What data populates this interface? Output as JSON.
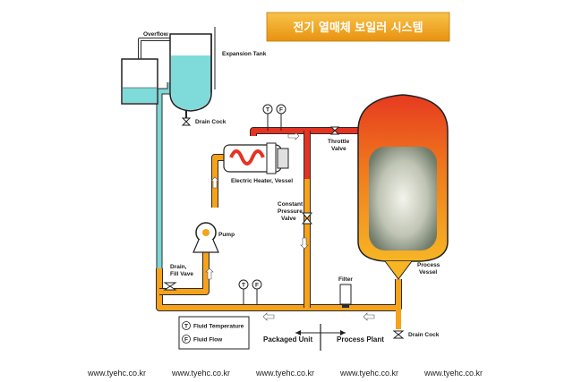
{
  "title": "전기 열매체 보일러 시스템",
  "labels": {
    "overflow": "Overflow",
    "expansion_tank": "Expansion Tank",
    "drain_cock_top": "Drain Cock",
    "electric_heater": "Electric Heater, Vessel",
    "throttle_valve_1": "Throttle",
    "throttle_valve_2": "Valve",
    "constant_1": "Constant",
    "constant_2": "Pressure",
    "constant_3": "Valve",
    "pump": "Pump",
    "drain_fill_1": "Drain,",
    "drain_fill_2": "Fill Vave",
    "filter": "Filter",
    "process_vessel_1": "Process",
    "process_vessel_2": "Vessel",
    "drain_cock_bottom": "Drain Cock",
    "packaged_unit": "Packaged Unit",
    "process_plant": "Process Plant"
  },
  "legend": {
    "t_symbol": "T",
    "t_label": "Fluid Temperature",
    "f_symbol": "F",
    "f_label": "Fluid Flow"
  },
  "gauges": {
    "t": "T",
    "f": "F"
  },
  "watermark": "www.tyehc.co.kr",
  "colors": {
    "title_bg": "#f2a51c",
    "hot_pipe": "#e53323",
    "warm_pipe": "#f6a21a",
    "cool_pipe": "#7fd6d6",
    "tank_fluid": "#7fdada"
  }
}
